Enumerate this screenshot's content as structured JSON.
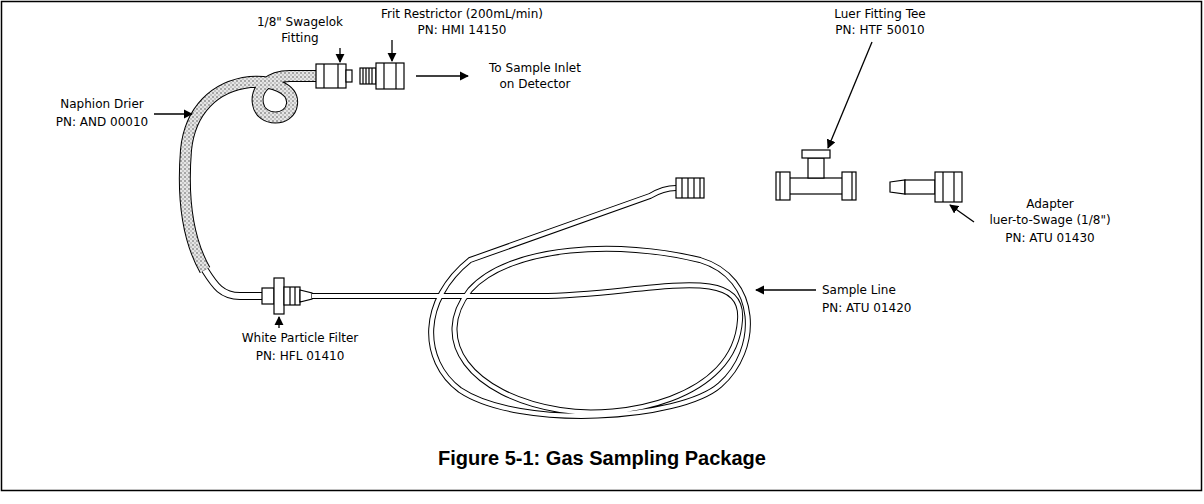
{
  "diagram": {
    "caption": "Figure 5-1: Gas Sampling Package",
    "labels": [
      "1/8\" Swagelok",
      "Fitting",
      "Frit Restrictor (200mL/min)",
      "PN: HMI 14150",
      "To Sample Inlet",
      "on Detector",
      "Luer Fitting Tee",
      "PN: HTF 50010",
      "Naphion Drier",
      "PN: AND 00010",
      "Adapter",
      "luer-to-Swage (1/8\")",
      "PN: ATU 01430",
      "Sample Line",
      "PN: ATU 01420",
      "White Particle Filter",
      "PN: HFL 01410"
    ]
  }
}
